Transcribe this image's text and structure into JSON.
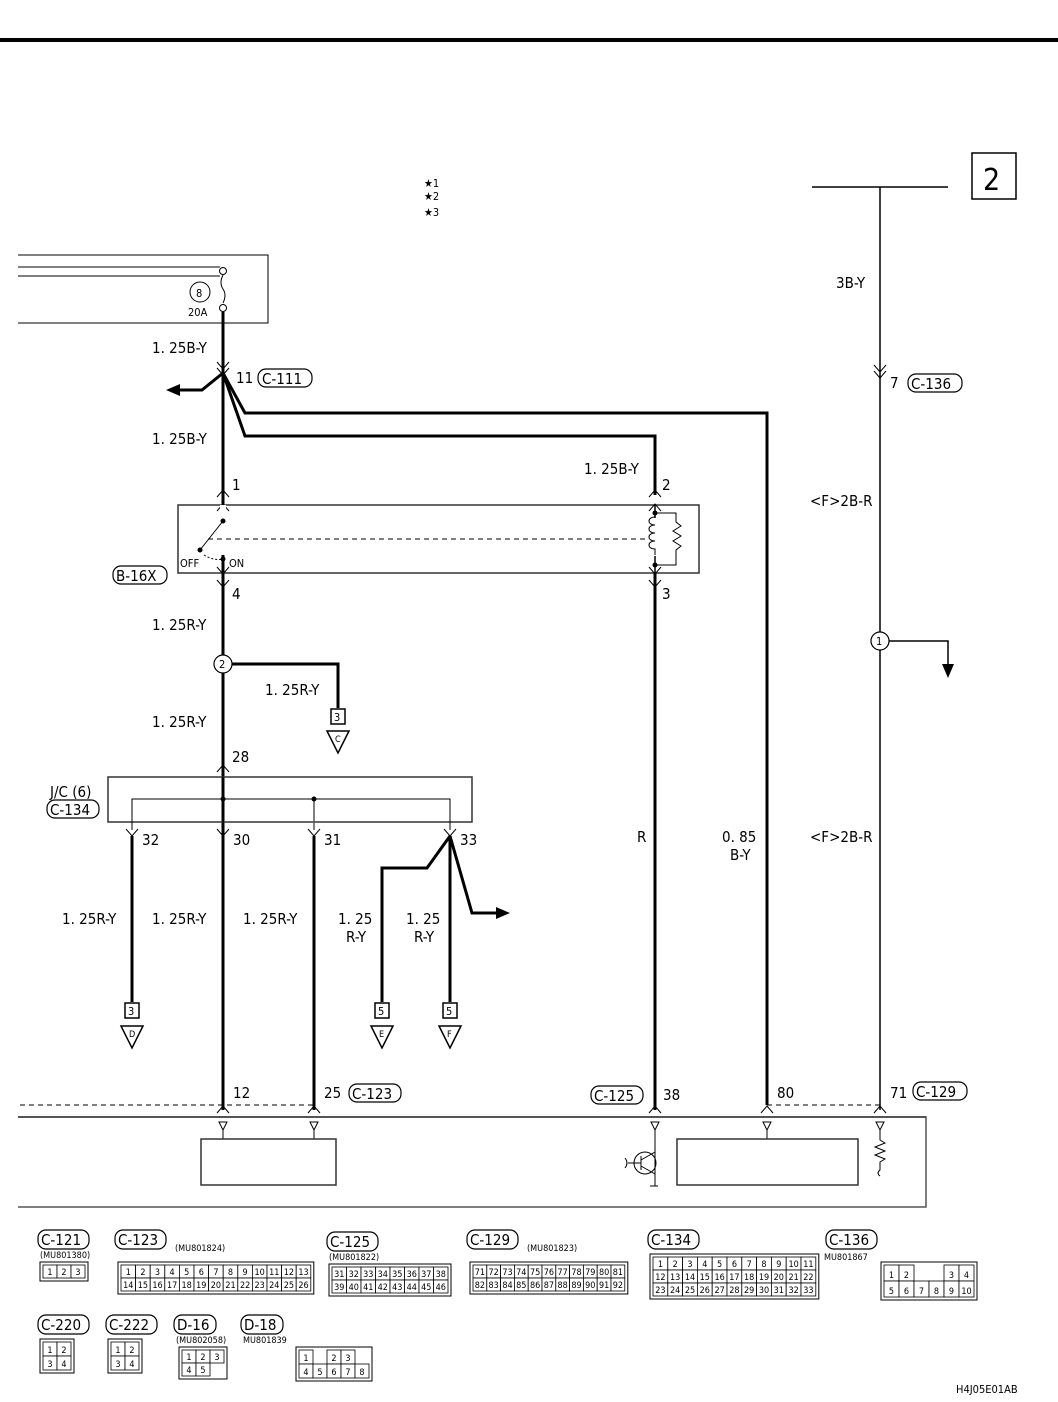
{
  "legend_stars": [
    "★1",
    "★2",
    "★3"
  ],
  "page_ref": "2",
  "fuse": {
    "number": "8",
    "rating": "20A"
  },
  "wires": {
    "fuse_out": "1. 25B-Y",
    "c111_out": "1. 25B-Y",
    "to_relay_coil": "1. 25B-Y",
    "switch_out": "1. 25R-Y",
    "branch_to_c": "1. 25R-Y",
    "to_jc": "1. 25R-Y",
    "jc32": "1. 25R-Y",
    "jc30": "1. 25R-Y",
    "jc31": "1. 25R-Y",
    "jc33a_l1": "1. 25",
    "jc33a_l2": "R-Y",
    "jc33b_l1": "1. 25",
    "jc33b_l2": "R-Y",
    "relay_out": "R",
    "b80_l1": "0. 85",
    "b80_l2": "B-Y",
    "power_top": "3B-Y",
    "power_mid": "<F>2B-R",
    "power_low": "<F>2B-R"
  },
  "connectors": {
    "c111": {
      "name": "C-111",
      "pin": "11"
    },
    "c136": {
      "name": "C-136",
      "pin": "7"
    },
    "b16x": {
      "name": "B-16X",
      "pins": [
        "1",
        "4",
        "2",
        "3"
      ],
      "off": "OFF",
      "on": "ON"
    },
    "jc": {
      "title": "J/C (6)",
      "name": "C-134",
      "in_pin": "28",
      "out_pins": [
        "32",
        "30",
        "31",
        "33"
      ]
    },
    "c123": {
      "name": "C-123",
      "pins": [
        "12",
        "25"
      ]
    },
    "c125": {
      "name": "C-125",
      "pin": "38"
    },
    "c129": {
      "name": "C-129",
      "pins": [
        "80",
        "71"
      ]
    }
  },
  "splices": [
    "2",
    "1"
  ],
  "offpage": [
    {
      "num": "3",
      "letter": "C"
    },
    {
      "num": "3",
      "letter": "D"
    },
    {
      "num": "5",
      "letter": "E"
    },
    {
      "num": "5",
      "letter": "F"
    }
  ],
  "connector_views": [
    {
      "name": "C-121",
      "part": "(MU801380)",
      "rows": [
        [
          "1",
          "2",
          "3"
        ]
      ]
    },
    {
      "name": "C-123",
      "part": "(MU801824)",
      "rows": [
        [
          "1",
          "2",
          "3",
          "4",
          "5",
          "6",
          "7",
          "8",
          "9",
          "10",
          "11",
          "12",
          "13"
        ],
        [
          "14",
          "15",
          "16",
          "17",
          "18",
          "19",
          "20",
          "21",
          "22",
          "23",
          "24",
          "25",
          "26"
        ]
      ]
    },
    {
      "name": "C-125",
      "part": "(MU801822)",
      "rows": [
        [
          "31",
          "32",
          "33",
          "34",
          "35",
          "36",
          "37",
          "38"
        ],
        [
          "39",
          "40",
          "41",
          "42",
          "43",
          "44",
          "45",
          "46"
        ]
      ]
    },
    {
      "name": "C-129",
      "part": "(MU801823)",
      "rows": [
        [
          "71",
          "72",
          "73",
          "74",
          "75",
          "76",
          "77",
          "78",
          "79",
          "80",
          "81"
        ],
        [
          "82",
          "83",
          "84",
          "85",
          "86",
          "87",
          "88",
          "89",
          "90",
          "91",
          "92"
        ]
      ]
    },
    {
      "name": "C-134",
      "part": "",
      "rows": [
        [
          "1",
          "2",
          "3",
          "4",
          "5",
          "6",
          "7",
          "8",
          "9",
          "10",
          "11"
        ],
        [
          "12",
          "13",
          "14",
          "15",
          "16",
          "17",
          "18",
          "19",
          "20",
          "21",
          "22"
        ],
        [
          "23",
          "24",
          "25",
          "26",
          "27",
          "28",
          "29",
          "30",
          "31",
          "32",
          "33"
        ]
      ]
    },
    {
      "name": "C-136",
      "part": "MU801867",
      "rows": [
        [
          "1",
          "2",
          "",
          "",
          "3",
          "4"
        ],
        [
          "5",
          "6",
          "7",
          "8",
          "9",
          "10"
        ]
      ]
    },
    {
      "name": "C-220",
      "part": "",
      "rows": [
        [
          "1",
          "2"
        ],
        [
          "3",
          "4"
        ]
      ]
    },
    {
      "name": "C-222",
      "part": "",
      "rows": [
        [
          "1",
          "2"
        ],
        [
          "3",
          "4"
        ]
      ]
    },
    {
      "name": "D-16",
      "part": "(MU802058)",
      "rows": [
        [
          "1",
          "2",
          "3"
        ],
        [
          "4",
          "5"
        ]
      ]
    },
    {
      "name": "D-18",
      "part": "MU801839",
      "rows": [
        [
          "1",
          "",
          "2",
          "3"
        ],
        [
          "4",
          "5",
          "6",
          "7",
          "8"
        ]
      ]
    }
  ],
  "figure_id": "H4J05E01AB"
}
